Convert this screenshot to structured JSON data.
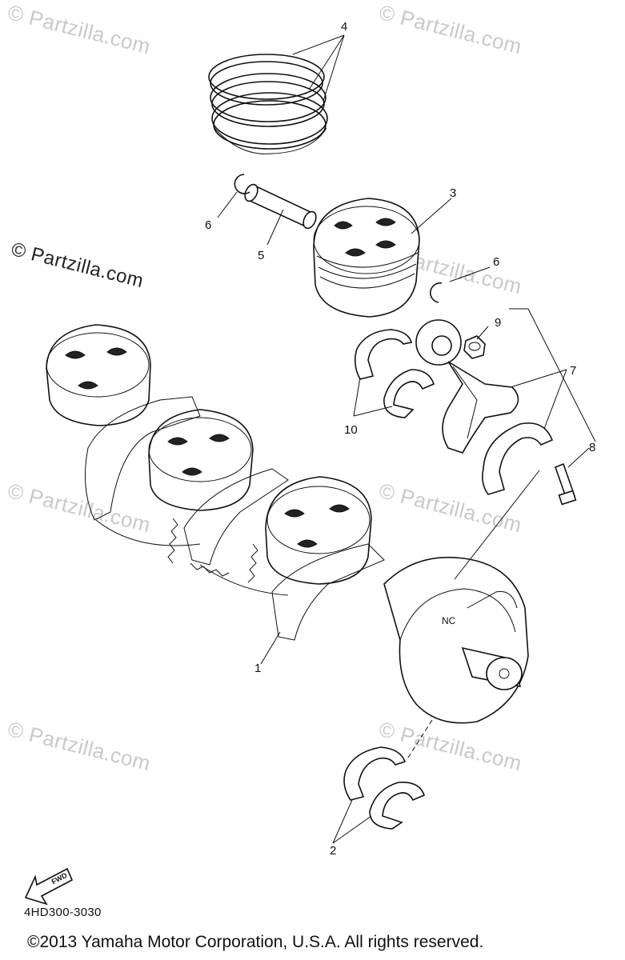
{
  "watermark": "© Partzilla.com",
  "diagram_code": "4HD300-3030",
  "copyright": "©2013  Yamaha Motor Corporation, U.S.A. All rights reserved.",
  "fwd_label": "FWD",
  "callouts": {
    "c1": "1",
    "c2": "2",
    "c3": "3",
    "c4": "4",
    "c5": "5",
    "c6a": "6",
    "c6b": "6",
    "c7": "7",
    "c8": "8",
    "c9": "9",
    "c10": "10"
  }
}
